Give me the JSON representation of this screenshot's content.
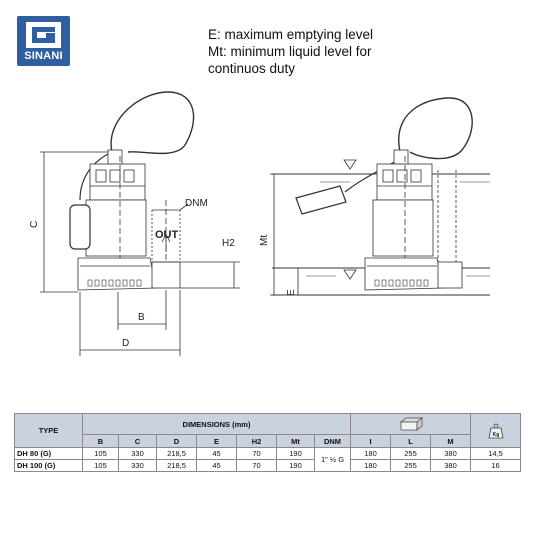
{
  "brand": {
    "name": "SINANI",
    "color": "#2f5f9e"
  },
  "legend": {
    "line1": "E: maximum emptying level",
    "line2": "Mt: minimum liquid level for",
    "line3": "continuos duty"
  },
  "drawing_labels": {
    "dnm": "DNM",
    "out": "OUT",
    "h2": "H2",
    "c": "C",
    "b": "B",
    "d": "D",
    "mt": "Mt",
    "e": "E"
  },
  "table": {
    "type_header": "TYPE",
    "dimensions_header": "DIMENSIONS (mm)",
    "dim_columns": [
      "B",
      "C",
      "D",
      "E",
      "H2",
      "Mt",
      "DNM"
    ],
    "pack_columns": [
      "I",
      "L",
      "M"
    ],
    "pack_icon": "box-dimensions-icon",
    "weight_icon": "weight-kg-icon",
    "weight_unit": "Kg",
    "dnm_value": "1\" ½ G",
    "rows": [
      {
        "type": "DH 80 (G)",
        "B": "105",
        "C": "330",
        "D": "218,5",
        "E": "45",
        "H2": "70",
        "Mt": "190",
        "I": "180",
        "L": "255",
        "M": "380",
        "weight": "14,5"
      },
      {
        "type": "DH 100 (G)",
        "B": "105",
        "C": "330",
        "D": "218,5",
        "E": "45",
        "H2": "70",
        "Mt": "190",
        "I": "180",
        "L": "255",
        "M": "380",
        "weight": "16"
      }
    ]
  }
}
